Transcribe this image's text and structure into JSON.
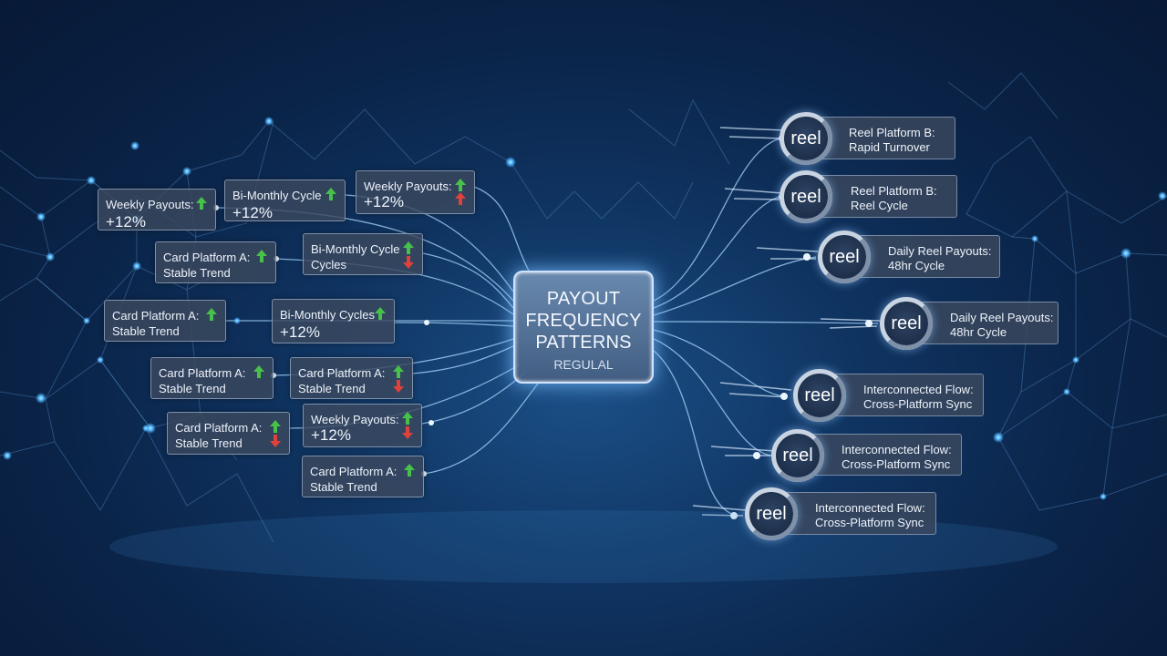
{
  "center": {
    "title": "PAYOUT FREQUENCY PATTERNS",
    "subtitle": "REGULAL"
  },
  "left_cards": [
    {
      "line1": "Weekly Payouts:",
      "line2": "+12%",
      "arrows": [
        "up"
      ]
    },
    {
      "line1": "Bi-Monthly Cycle",
      "line2": "+12%",
      "arrows": [
        "up"
      ]
    },
    {
      "line1": "Weekly Payouts:",
      "line2": "+12%",
      "arrows": [
        "up",
        "up-red"
      ]
    },
    {
      "line1": "Card Platform A:",
      "line2": "Stable Trend",
      "arrows": [
        "up"
      ]
    },
    {
      "line1": "Bi-Monthly Cycle",
      "line2": "Cycles",
      "arrows": [
        "up",
        "down"
      ]
    },
    {
      "line1": "Card Platform A:",
      "line2": "Stable Trend",
      "arrows": [
        "up"
      ]
    },
    {
      "line1": "Bi-Monthly Cycles",
      "line2": "+12%",
      "arrows": [
        "up"
      ]
    },
    {
      "line1": "Card Platform A:",
      "line2": "Stable Trend",
      "arrows": [
        "up"
      ]
    },
    {
      "line1": "Card Platform A:",
      "line2": "Stable Trend",
      "arrows": [
        "up",
        "down"
      ]
    },
    {
      "line1": "Card Platform A:",
      "line2": "Stable Trend",
      "arrows": [
        "up",
        "down"
      ]
    },
    {
      "line1": "Weekly Payouts:",
      "line2": "+12%",
      "arrows": [
        "up",
        "down"
      ]
    },
    {
      "line1": "Card Platform A:",
      "line2": "Stable Trend",
      "arrows": [
        "up"
      ]
    }
  ],
  "right_cards": [
    {
      "icon": "reel",
      "line1": "Reel Platform B:",
      "line2": "Rapid Turnover"
    },
    {
      "icon": "reel",
      "line1": "Reel Platform B:",
      "line2": "Reel Cycle"
    },
    {
      "icon": "reel",
      "line1": "Daily Reel Payouts:",
      "line2": "48hr Cycle"
    },
    {
      "icon": "reel",
      "line1": "Daily Reel Payouts:",
      "line2": "48hr Cycle"
    },
    {
      "icon": "reel",
      "line1": "Interconnected Flow:",
      "line2": "Cross-Platform Sync"
    },
    {
      "icon": "reel",
      "line1": "Interconnected Flow:",
      "line2": "Cross-Platform Sync"
    },
    {
      "icon": "reel",
      "line1": "Interconnected Flow:",
      "line2": "Cross-Platform Sync"
    }
  ],
  "colors": {
    "arrow_up": "#47c14a",
    "arrow_down": "#e0413a",
    "glow": "#7cc8ff"
  }
}
